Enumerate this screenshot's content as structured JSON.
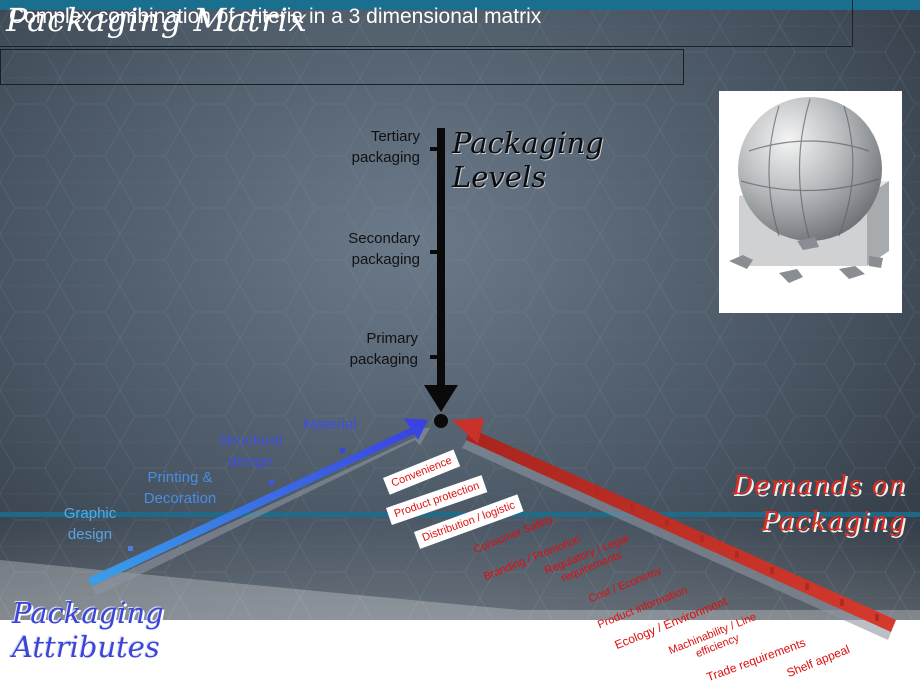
{
  "title": "Packaging Matrix",
  "subtitle": "Complex combination of criteria in a 3 dimensional matrix",
  "levels": {
    "heading_line1": "Packaging",
    "heading_line2": "Levels",
    "items": [
      {
        "line1": "Tertiary",
        "line2": "packaging"
      },
      {
        "line1": "Secondary",
        "line2": "packaging"
      },
      {
        "line1": "Primary",
        "line2": "packaging"
      }
    ]
  },
  "attributes": {
    "heading_line1": "Packaging",
    "heading_line2": "Attributes",
    "items": [
      {
        "line1": "Material",
        "line2": ""
      },
      {
        "line1": "Structural",
        "line2": "design"
      },
      {
        "line1": "Printing &",
        "line2": "Decoration"
      },
      {
        "line1": "Graphic",
        "line2": "design"
      }
    ]
  },
  "demands": {
    "heading_line1": "Demands on",
    "heading_line2": "Packaging",
    "boxed": [
      "Convenience",
      "Product protection",
      "Distribution / logistic"
    ],
    "items": [
      "Consumer Safety",
      "Branding / Promotion",
      "Regulatory / Legal requirements",
      "Cost / Economy",
      "Product information",
      "Ecology / Environment",
      "Machinability / Line efficiency",
      "Trade requirements",
      "Shelf appeal"
    ],
    "regulatory_line1": "Regulatory / Legal",
    "regulatory_line2": "requirements",
    "machinability_line1": "Machinability / Line",
    "machinability_line2": "efficiency"
  },
  "colors": {
    "levels_arrow": "#0a0a0a",
    "attributes_arrow": "#2f6fe0",
    "demands_arrow": "#c62a22",
    "attributes_text": "#3d4fe6",
    "demands_text": "#e00d0d"
  },
  "icons": [
    "puzzle-globe-image"
  ]
}
